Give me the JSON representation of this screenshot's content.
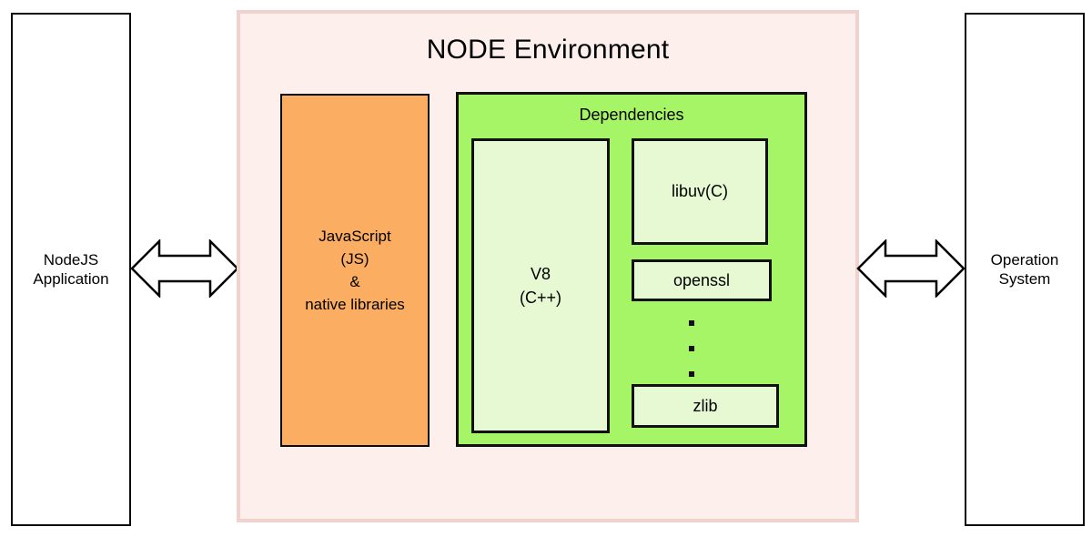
{
  "diagram": {
    "title": "NODE Environment",
    "left_box": {
      "name": "NodeJS Application",
      "label": "NodeJS\nApplication"
    },
    "right_box": {
      "name": "Operation System",
      "label": "Operation\nSystem"
    },
    "node_environment": {
      "title": "NODE Environment",
      "javascript_box": {
        "label": "JavaScript\n(JS)\n&\nnative libraries"
      },
      "dependencies_box": {
        "title": "Dependencies",
        "items": [
          {
            "id": "v8",
            "label": "V8\n(C++)"
          },
          {
            "id": "libuv",
            "label": "libuv(C)"
          },
          {
            "id": "openssl",
            "label": "openssl"
          },
          {
            "id": "zlib",
            "label": "zlib"
          }
        ],
        "ellipsis": "•••"
      }
    },
    "connectors": [
      {
        "id": "app-to-node",
        "type": "double-arrow",
        "from": "NodeJS Application",
        "to": "NODE Environment"
      },
      {
        "id": "node-to-os",
        "type": "double-arrow",
        "from": "NODE Environment",
        "to": "Operation System"
      }
    ],
    "colors": {
      "node_environment_fill": "#fcefec",
      "node_environment_border": "#f0d3ce",
      "javascript_fill": "#fbad62",
      "dependencies_fill": "#a6f566",
      "inner_box_fill": "#e7f9d2",
      "stroke": "#111111",
      "background": "#ffffff"
    }
  }
}
